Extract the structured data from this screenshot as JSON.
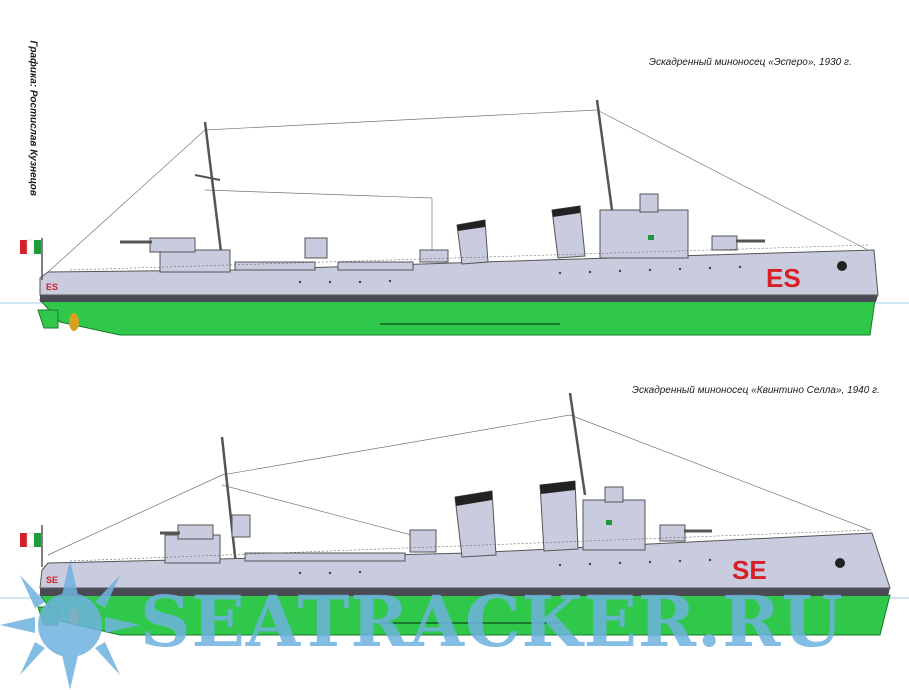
{
  "credit": "Графика: Ростислав Кузнецов",
  "ships": [
    {
      "caption": "Эскадренный миноносец «Эсперо», 1930 г.",
      "hull_number": "ES",
      "hull_number_small": "ES"
    },
    {
      "caption": "Эскадренный миноносец «Квинтино Селла», 1940 г.",
      "hull_number": "SE",
      "hull_number_small": "SE"
    }
  ],
  "watermark": "SEATRACKER.RU",
  "colors": {
    "hull_grey": "#c9cbdf",
    "underwater_green": "#2fc84a",
    "boot_topping": "#4a4a55",
    "flag_green": "#1f9a3a",
    "flag_red": "#d61f26",
    "watermark_blue": "#6fb2e0"
  },
  "icons": [
    "italian-flag-icon",
    "anchor-icon",
    "propeller-icon"
  ]
}
